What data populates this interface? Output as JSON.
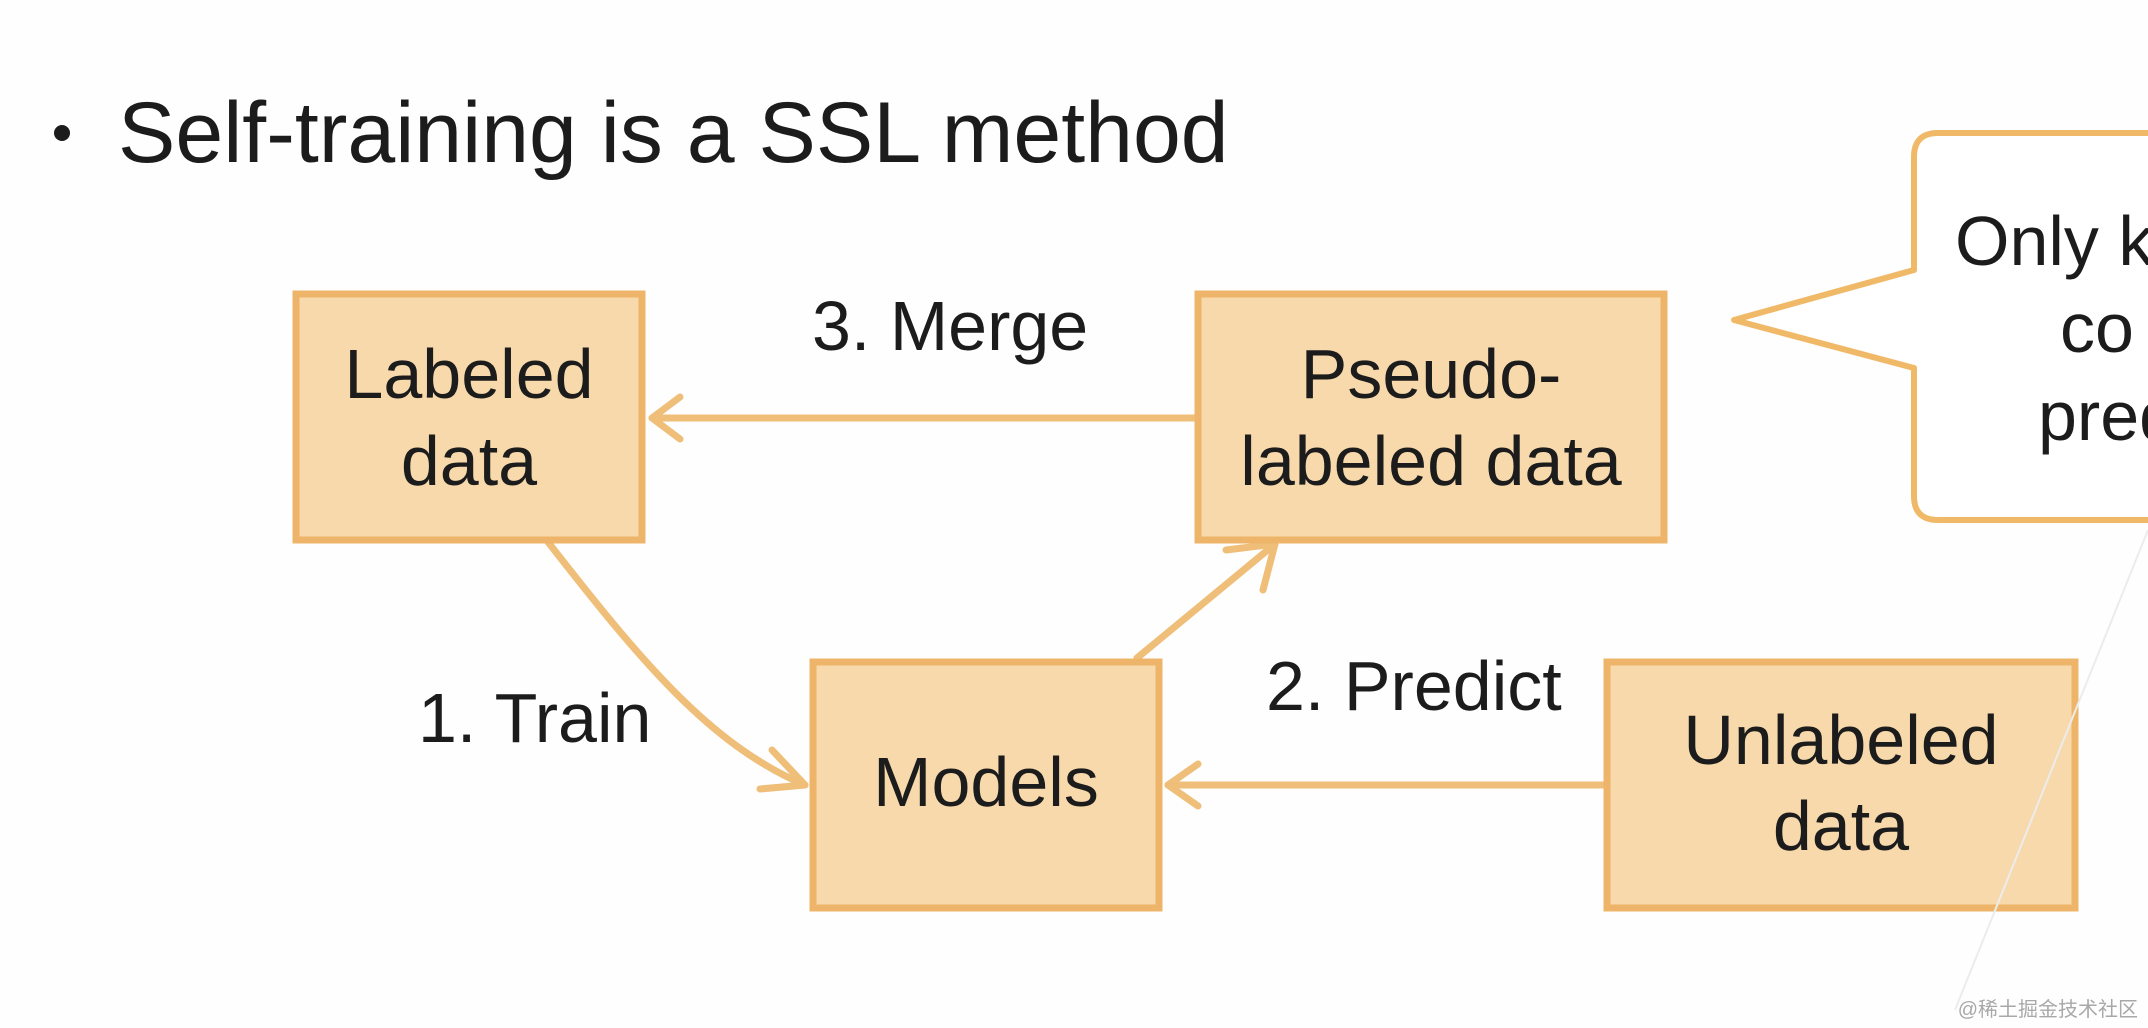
{
  "slide": {
    "bullet": "Self-training is a SSL method"
  },
  "nodes": {
    "labeled": {
      "line1": "Labeled",
      "line2": "data"
    },
    "pseudo": {
      "line1": "Pseudo-",
      "line2": "labeled data"
    },
    "models": {
      "line1": "Models"
    },
    "unlabeled": {
      "line1": "Unlabeled",
      "line2": "data"
    }
  },
  "edges": {
    "train": "1. Train",
    "predict": "2. Predict",
    "merge": "3. Merge"
  },
  "callout": {
    "line1": "Only k",
    "line2": "co",
    "line3": "pred"
  },
  "watermark": "@稀土掘金技术社区",
  "colors": {
    "box_fill": "#f7d9ab",
    "box_stroke": "#eeb56a",
    "arrow": "#efbe78",
    "callout_stroke": "#f0b968",
    "text": "#1c1c1c",
    "background": "#fefefe"
  }
}
